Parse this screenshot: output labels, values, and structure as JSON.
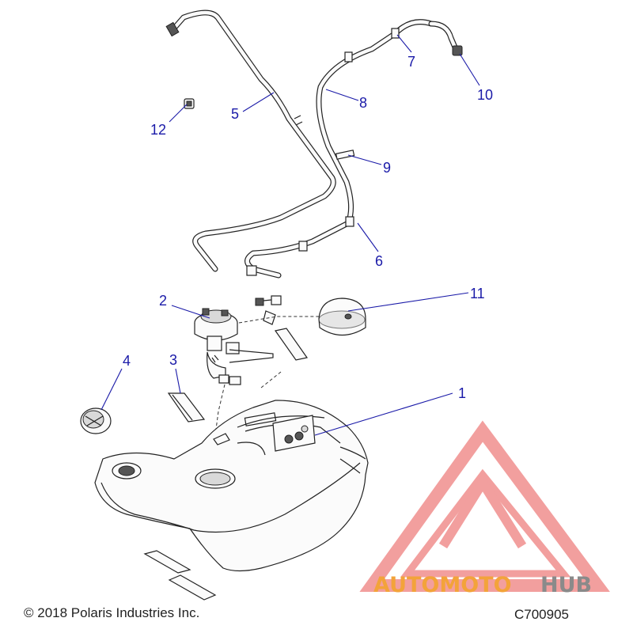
{
  "callouts": [
    {
      "id": "1",
      "label": "1"
    },
    {
      "id": "2",
      "label": "2"
    },
    {
      "id": "3",
      "label": "3"
    },
    {
      "id": "4",
      "label": "4"
    },
    {
      "id": "5",
      "label": "5"
    },
    {
      "id": "6",
      "label": "6"
    },
    {
      "id": "7",
      "label": "7"
    },
    {
      "id": "8",
      "label": "8"
    },
    {
      "id": "9",
      "label": "9"
    },
    {
      "id": "10",
      "label": "10"
    },
    {
      "id": "11",
      "label": "11"
    },
    {
      "id": "12",
      "label": "12"
    }
  ],
  "footer": {
    "copyright": "© 2018 Polaris Industries Inc.",
    "diagram_code": "C700905"
  },
  "watermark": {
    "brand_part1": "AUTOMOTO",
    "brand_part2": "HUB"
  },
  "colors": {
    "callout": "#1a1aa8",
    "watermark_red": "#e8514f",
    "watermark_orange": "#f3a33a",
    "watermark_gray": "#8a8a8a"
  }
}
